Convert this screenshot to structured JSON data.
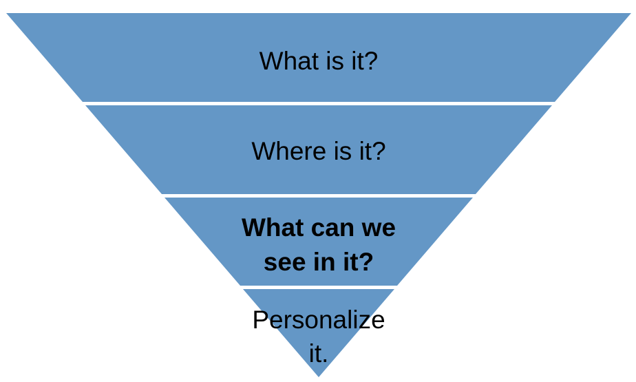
{
  "colors": {
    "band": "#6497C6",
    "background": "#FFFFFF",
    "text": "#000000"
  },
  "layers": [
    {
      "lines": [
        "What is it?"
      ],
      "bold": false
    },
    {
      "lines": [
        "Where is it?"
      ],
      "bold": false
    },
    {
      "lines": [
        "What can we",
        "see in it?"
      ],
      "bold": true
    },
    {
      "lines": [
        "Personalize",
        "it."
      ],
      "bold": false
    }
  ]
}
